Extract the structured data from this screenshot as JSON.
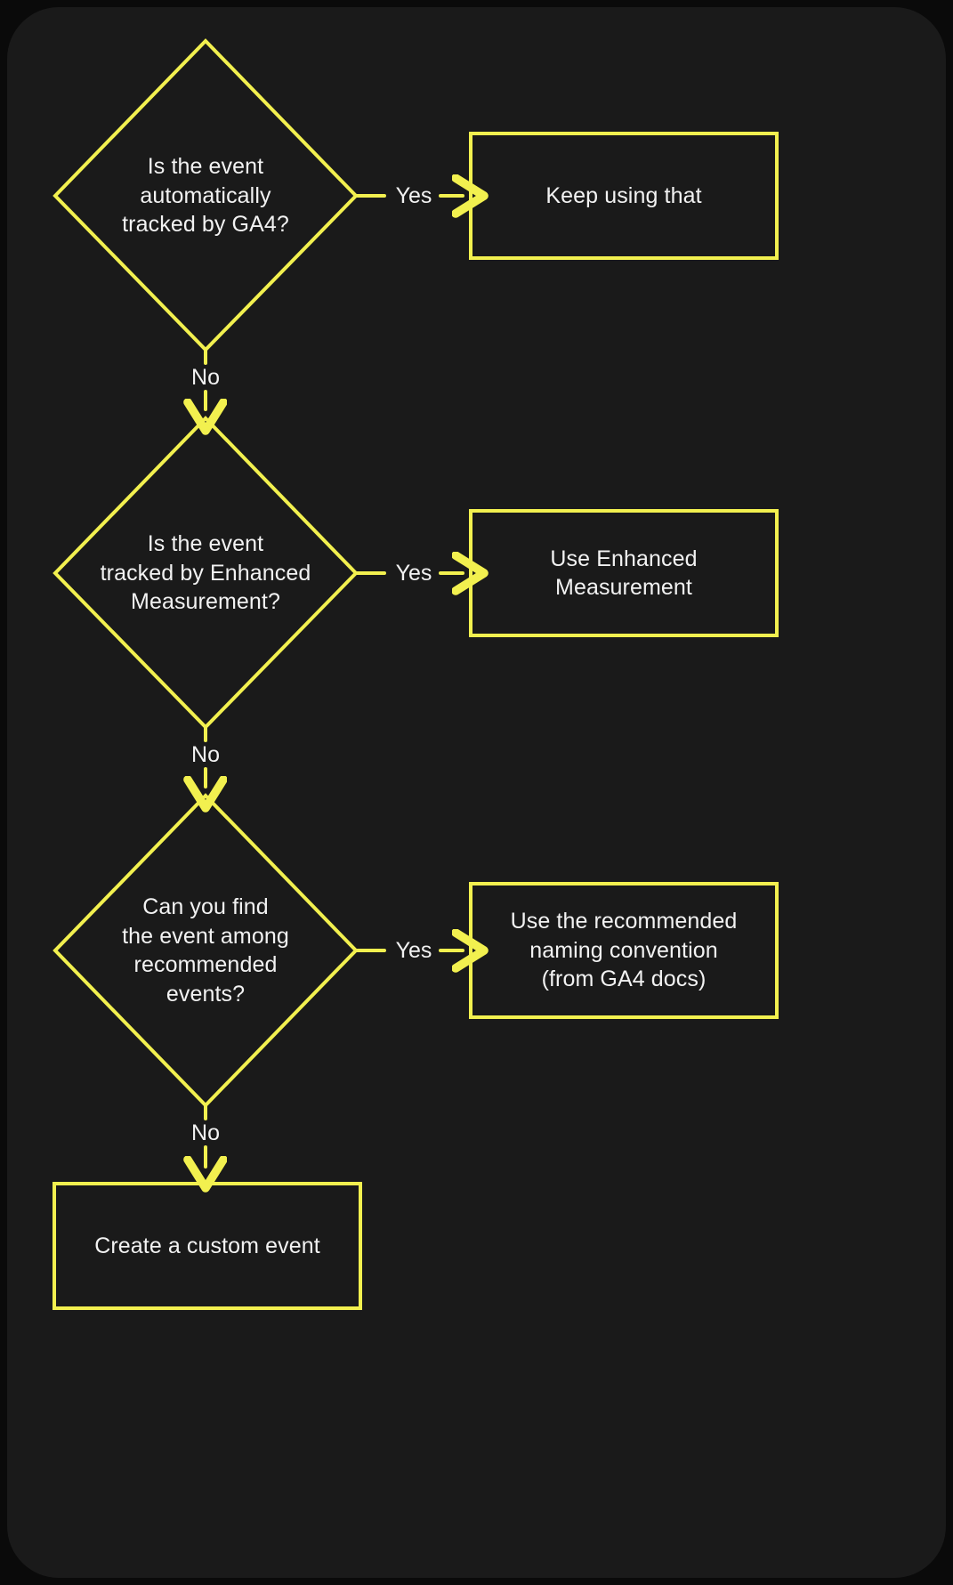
{
  "diagram": {
    "title": "GA4 event selection decision flowchart",
    "colors": {
      "page_background": "#0a0a0a",
      "card_background": "#1a1a1a",
      "stroke": "#f2f04f",
      "text": "#f2f2f2"
    },
    "nodes": [
      {
        "id": "decision-auto-tracked",
        "shape": "diamond",
        "text": "Is the event\nautomatically\ntracked by GA4?"
      },
      {
        "id": "outcome-keep-using-that",
        "shape": "rectangle",
        "text": "Keep using that"
      },
      {
        "id": "decision-enhanced-measurement",
        "shape": "diamond",
        "text": "Is the event\ntracked by Enhanced\nMeasurement?"
      },
      {
        "id": "outcome-use-enhanced-measurement",
        "shape": "rectangle",
        "text": "Use Enhanced\nMeasurement"
      },
      {
        "id": "decision-recommended-events",
        "shape": "diamond",
        "text": "Can you find\nthe event among\nrecommended\nevents?"
      },
      {
        "id": "outcome-recommended-naming",
        "shape": "rectangle",
        "text": "Use the recommended\nnaming convention\n(from GA4 docs)"
      },
      {
        "id": "outcome-create-custom-event",
        "shape": "rectangle",
        "text": "Create a custom event"
      }
    ],
    "edges": [
      {
        "id": "edge-yes-1",
        "label": "Yes",
        "direction": "right"
      },
      {
        "id": "edge-no-1",
        "label": "No",
        "direction": "down"
      },
      {
        "id": "edge-yes-2",
        "label": "Yes",
        "direction": "right"
      },
      {
        "id": "edge-no-2",
        "label": "No",
        "direction": "down"
      },
      {
        "id": "edge-yes-3",
        "label": "Yes",
        "direction": "right"
      },
      {
        "id": "edge-no-3",
        "label": "No",
        "direction": "down"
      }
    ]
  }
}
